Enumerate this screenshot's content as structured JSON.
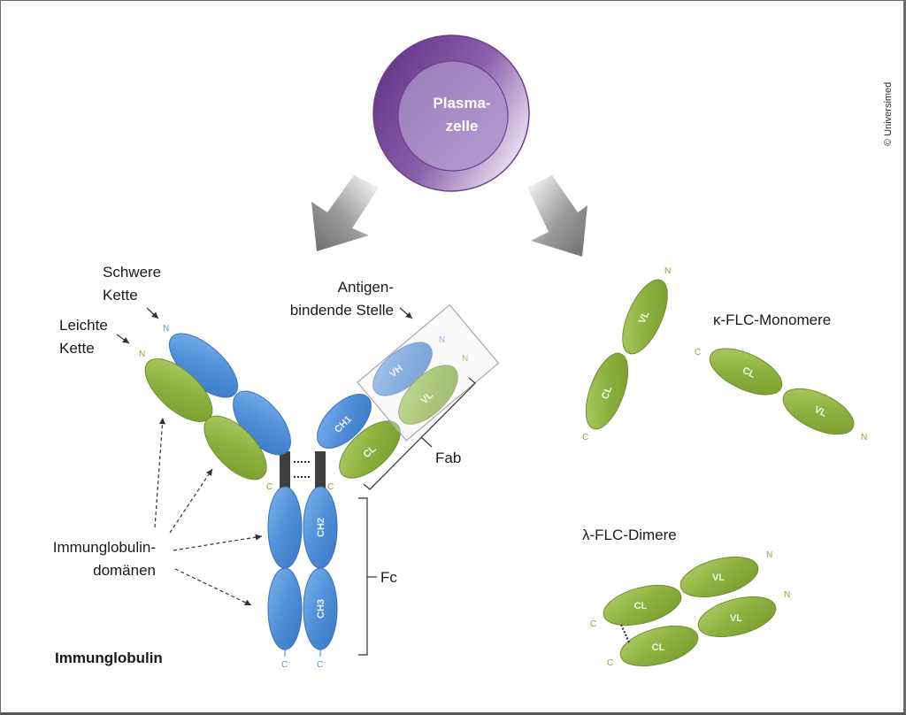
{
  "copyright": "© Universimed",
  "plasma_cell": {
    "label_line1": "Plasma-",
    "label_line2": "zelle"
  },
  "immunoglobulin": {
    "title": "Immunglobulin",
    "heavy_chain_label": [
      "Schwere",
      "Kette"
    ],
    "light_chain_label": [
      "Leichte",
      "Kette"
    ],
    "antigen_site_label": [
      "Antigen-",
      "bindende Stelle"
    ],
    "domains_label": [
      "Immunglobulin-",
      "domänen"
    ],
    "fab_label": "Fab",
    "fc_label": "Fc",
    "domain_labels": {
      "vh": "VH",
      "vl": "VL",
      "ch1": "CH1",
      "cl": "CL",
      "ch2": "CH2",
      "ch3": "CH3"
    },
    "terminus": {
      "n": "N",
      "c": "C"
    }
  },
  "kappa": {
    "title": "κ-FLC-Monomere",
    "vl": "VL",
    "cl": "CL",
    "n": "N",
    "c": "C"
  },
  "lambda": {
    "title": "λ-FLC-Dimere",
    "vl": "VL",
    "cl": "CL",
    "n": "N",
    "c": "C"
  },
  "colors": {
    "heavy_chain": "#4f8fd8",
    "light_chain": "#8db13f",
    "plasma_outer": "#7a4a98",
    "plasma_inner": "#a78bc3",
    "hinge": "#3f3f3f",
    "arrow": "#8a8a8a"
  }
}
